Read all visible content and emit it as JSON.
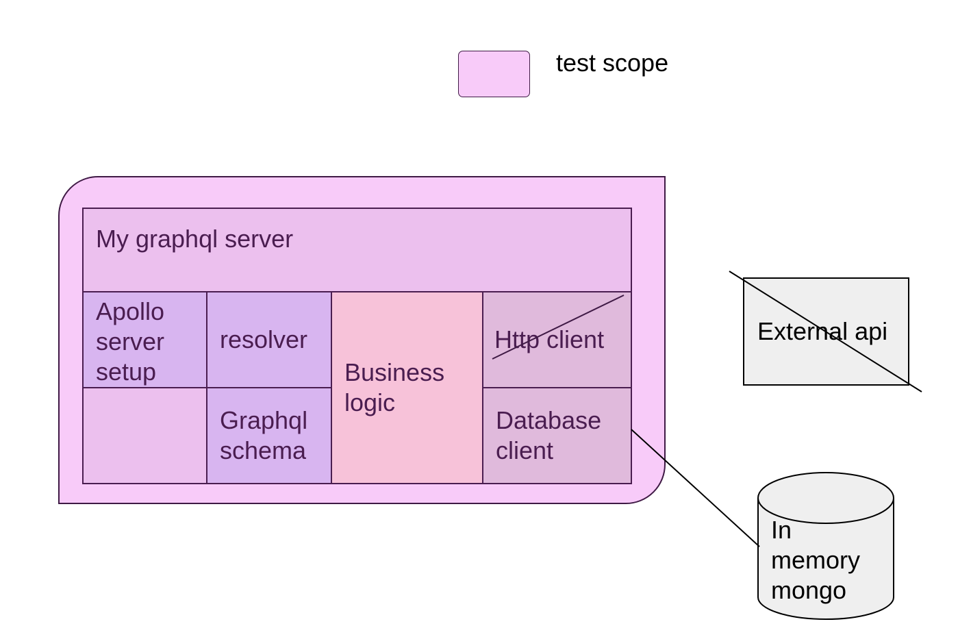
{
  "legend": {
    "label": "test scope",
    "color": "#f8cbf9"
  },
  "server": {
    "title": "My graphql server",
    "components": {
      "apollo": "Apollo server setup",
      "resolver": "resolver",
      "schema": "Graphql schema",
      "business": "Business logic",
      "http_client": "Http client",
      "database_client": "Database client"
    }
  },
  "external": {
    "api": "External api",
    "mongo": "In memory mongo"
  },
  "colors": {
    "scope": "#f8cbf9",
    "server": "#ecc0ee",
    "apollo_layer": "#d8b5f0",
    "business": "#f7c2d9",
    "clients": "#e0badc",
    "external": "#efefef",
    "text": "#4a1d50"
  }
}
